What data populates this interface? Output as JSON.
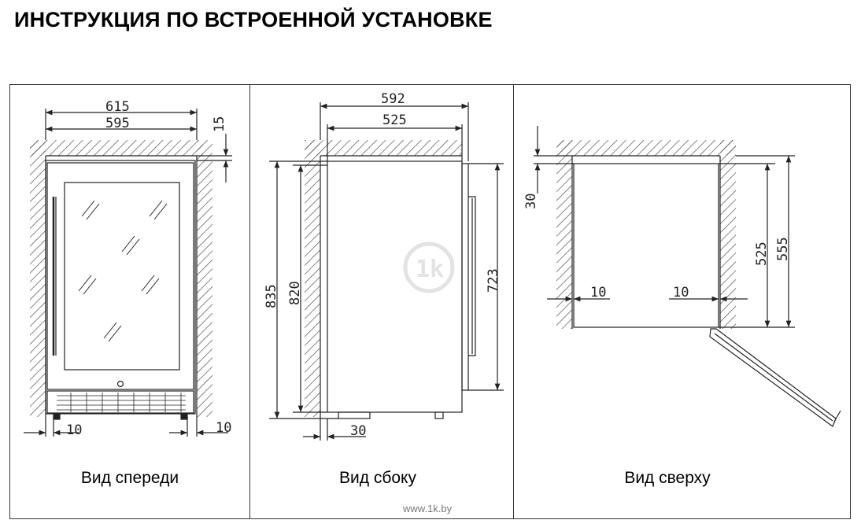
{
  "title": "ИНСТРУКЦИЯ ПО ВСТРОЕННОЙ УСТАНОВКЕ",
  "views": {
    "front": {
      "caption": "Вид спереди",
      "dims": {
        "outer_width": "615",
        "inner_width": "595",
        "top_gap": "15",
        "left_gap": "10",
        "right_gap": "10"
      }
    },
    "side": {
      "caption": "Вид сбоку",
      "dims": {
        "outer_depth": "592",
        "inner_depth": "525",
        "outer_height": "835",
        "inner_height": "820",
        "door_height": "723",
        "bottom_gap": "30"
      }
    },
    "top": {
      "caption": "Вид сверху",
      "dims": {
        "back_gap": "30",
        "left_gap": "10",
        "right_gap": "10",
        "inner_depth": "525",
        "outer_depth": "555"
      }
    }
  },
  "watermark": "www.1k.by",
  "colors": {
    "line": "#222222",
    "hatch": "#444444",
    "frame": "#333333",
    "logo": "#e3e3e3"
  }
}
